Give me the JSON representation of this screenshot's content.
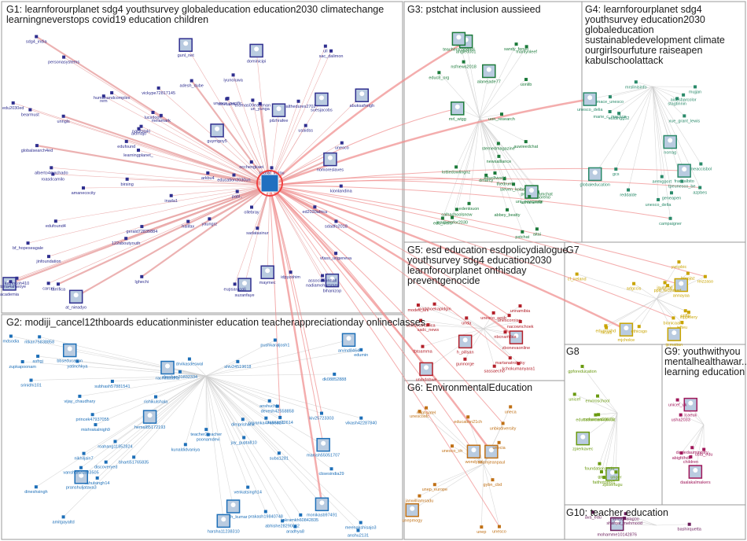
{
  "groups": [
    {
      "id": "G1",
      "title": "G1: learnforourplanet sdg4 youthsurvey globaleducation education2030 climatechange\nlearningneverstops covid19 education children",
      "color": "#2f2f8f"
    },
    {
      "id": "G2",
      "title": "G2: modiji_cancel12thboards educationminister education teacherappreciationday onlineclasses",
      "color": "#1d6fb8"
    },
    {
      "id": "G3",
      "title": "G3: pstchat inclusion aussieed",
      "color": "#1b7a3a"
    },
    {
      "id": "G4",
      "title": "G4: learnforourplanet sdg4\nyouthsurvey education2030\nglobaleducation\nsustainabledevelopment climate\nourgirlsourfuture raiseapen\nkabulschoolattack",
      "color": "#2a8a6a"
    },
    {
      "id": "G5",
      "title": "G5: esd education esdpolicydialogue\nyouthsurvey sdg4 education2030\nlearnforourplanet onthisday\npreventgenocide",
      "color": "#b3202a"
    },
    {
      "id": "G6",
      "title": "G6: EnvironmentalEducation",
      "color": "#c07015"
    },
    {
      "id": "G7",
      "title": "G7",
      "color": "#c9a400"
    },
    {
      "id": "G8",
      "title": "G8",
      "color": "#6a9a10"
    },
    {
      "id": "G9",
      "title": "G9: youthwithyou\nmentalhealthawar...\nlearning education",
      "color": "#a0175a"
    },
    {
      "id": "G10",
      "title": "G10: teacher education",
      "color": "#6a1b5a"
    }
  ],
  "nodes": {
    "G1": [
      "academia",
      "humanandcomplex",
      "122aboutyouth",
      "ollebray",
      "healthedures2702",
      "gerald72835884",
      "dominicipi",
      "occhengkaei",
      "vfass_ungeneva",
      "roasdcamilo",
      "sdadfo2018",
      "pabl..",
      "bihanizop",
      "naiststaki",
      "usaidss",
      "unngls",
      "melamark",
      "kionlandina",
      "maymec",
      "bearmust",
      "arkbu4",
      "vickype72817145",
      "sac_dalimon",
      "alomajo",
      "suzanfaye",
      "adesh_dube",
      "lucsdoon",
      "learningplanet_",
      "birsing",
      "strucalmi",
      "nomoreslaves",
      "ed2030africa",
      "education2030un",
      "halifax",
      "unesco",
      "un_yunga",
      "guymgoy5",
      "edufound",
      "idpyzohim",
      "jinfoundation",
      "globalsearch4ed",
      "personasystems",
      "abuksafreigh",
      "iyunoluwa",
      "inada1",
      "tarrifica",
      "associationhall",
      "nadiamohammed",
      "pilzhrafee",
      "edu2030ed",
      "sdg4_india",
      "unesco_pacific",
      "charat_yarou",
      "thomas09eastman",
      "suesjacobs",
      "lghechi",
      "alberto4machado",
      "victoria4ahwoye",
      "eupsaracoli",
      "katrinkoh410",
      "at_nieadyo",
      "yaungrz",
      "rem",
      "amanecocity",
      "bf_hopeseagale",
      "sadatasinur",
      "gunl_net",
      "carcel",
      "edufound4",
      "ull"
    ],
    "G2": [
      "monikasb97491",
      "meenakshisajo3",
      "avanan72614",
      "rahulsingh14",
      "kiv25723303",
      "princek47937055",
      "manish55051707",
      "bharti51765835",
      "anshuchin",
      "priyanka47655824",
      "vijay_chaudhary",
      "anshu2131",
      "aakash_kumar",
      "dk08852888",
      "shiv24519618",
      "kunaldidvaniya",
      "abhishe28290012",
      "darshan31832334",
      "rachitladdha",
      "jay_gupta810",
      "poonamdevi",
      "devesh42558858",
      "pushkaraljosh1",
      "roahang11852824",
      "pranshuljatava3",
      "subhash57881541",
      "dimprishank",
      "dineshsingh",
      "akramkh60842835",
      "cbsesindia29",
      "arvind8464",
      "suba1281",
      "prakash19840748",
      "zupkapoonam",
      "asfrgj",
      "ritkan75838858",
      "harsha11238310",
      "yatinchkya",
      "vanshah21833505",
      "mishrakalnigh9",
      "vikash42287840",
      "venkatsingh14",
      "hemal85172193",
      "srinidhi101",
      "aradhya8",
      "amitgayaltd",
      "drvikasdeswal",
      "nikhiljain7",
      "bbseducation",
      "discoveryed",
      "teacher2teacher",
      "edumin",
      "rishikulshala",
      "mdsodia"
    ],
    "G3": [
      "angie0001",
      "edu_ivers",
      "steven_kolber",
      "edenlouon",
      "bermimoreno",
      "stemedmagazine",
      "mrl_wigg",
      "dmarcy",
      "newsalliance",
      "abbey_beatty",
      "pstchat",
      "aitai",
      "teacherscapdhol",
      "calhachoolsnow",
      "thedrum",
      "primaryisamchat",
      "educ8_org",
      "sandy_fenvo",
      "asharamnit",
      "educ8world",
      "auwieedchat",
      "uonlib",
      "uon_research",
      "nsfnews2018",
      "alanejade77",
      "uni_newcastle",
      "lottiedowlingnz",
      "marilynleef",
      "jeacherafor2030"
    ],
    "G4": [
      "unesco_delia",
      "mrslinisinfo",
      "campaigner",
      "marie_c_machon",
      "azpbes",
      "mace_unesco",
      "francalbito",
      "stagtinnin",
      "reddalde",
      "meaccisbol",
      "unesco_delta",
      "geneapen",
      "globaleducation",
      "gcs",
      "suldingg52",
      "aemigport",
      "xue_grant_lewis",
      "mujjan",
      "norrag",
      "tpeunesco_be",
      "aidesbarcolor"
    ],
    "G5": [
      "zbonevaonline",
      "nbcnamibia",
      "martanatrobsky",
      "sassaecho",
      "unescoroise",
      "unesco_aesb",
      "unmdnbwe",
      "unnamibia",
      "unicsouthafrica",
      "kchokumanyara1",
      "nacownchoek",
      "rnarkhoekapidgin",
      "h_pillsan",
      "sadc_news",
      "unda",
      "modes_uni",
      "tbtoamma",
      "gunnorge"
    ],
    "G6": [
      "adamjeanpaul",
      "unep",
      "unesco",
      "gybn_cbd",
      "unbiodiversity",
      "janwilliamsadu",
      "wondysa",
      "education21ch",
      "unescosfc",
      "unesco_ch",
      "unep_europe",
      "ralphpatel",
      "unepmogy",
      "uneca",
      "unecia"
    ],
    "G7": [
      "mjcholce",
      "ywcpbic",
      "reizzaso",
      "cf_ireland",
      "bionicaalis",
      "eduarcshd",
      "annayaa",
      "adgccis",
      "nicatti",
      "loppeiery",
      "ethicsgo",
      "jefteu",
      "ijcmatian",
      "jaugtcall",
      "pptf_tecthmed",
      "hersjaz",
      "unftp"
    ],
    "G8": [
      "zpisertugu",
      "unicef",
      "gpforeducation",
      "gpe",
      "faithotomo1",
      "unger",
      "zpierkavec",
      "educationcannotwait",
      "foundation_edu",
      "mohamed20071",
      "enviroschool"
    ],
    "G9": [
      "daalakalmakers",
      "usha2033",
      "dasledauministry",
      "usfa_edu",
      "abigfdhdk",
      "children",
      "lcaeuk",
      "unicef_uk"
    ],
    "G10": [
      "mohamme10142876",
      "bashirquetta",
      "shafqat_mehmood",
      "lamsunalagoo",
      "ava_edu"
    ]
  },
  "footer": {
    "g10_label": "G10: teacher education"
  }
}
